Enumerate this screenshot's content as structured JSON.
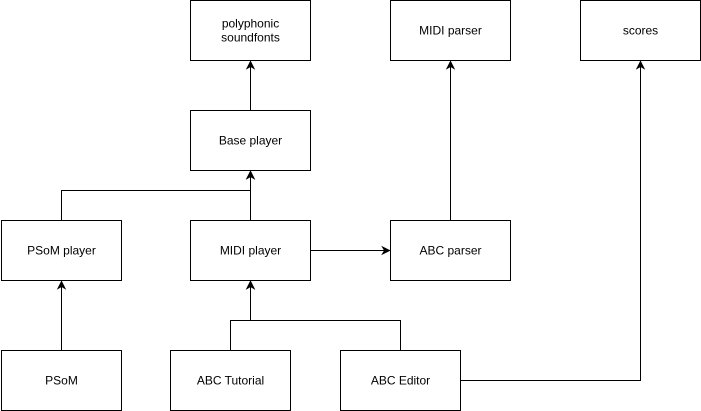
{
  "diagram": {
    "nodes": [
      {
        "id": "polyphonic",
        "label": "polyphonic soundfonts",
        "lines": [
          "polyphonic",
          "soundfonts"
        ]
      },
      {
        "id": "midi-parser",
        "label": "MIDI parser",
        "lines": [
          "MIDI parser"
        ]
      },
      {
        "id": "scores",
        "label": "scores",
        "lines": [
          "scores"
        ]
      },
      {
        "id": "base-player",
        "label": "Base player",
        "lines": [
          "Base player"
        ]
      },
      {
        "id": "psom-player",
        "label": "PSoM player",
        "lines": [
          "PSoM player"
        ]
      },
      {
        "id": "midi-player",
        "label": "MIDI player",
        "lines": [
          "MIDI player"
        ]
      },
      {
        "id": "abc-parser",
        "label": "ABC parser",
        "lines": [
          "ABC parser"
        ]
      },
      {
        "id": "psom",
        "label": "PSoM",
        "lines": [
          "PSoM"
        ]
      },
      {
        "id": "abc-tutorial",
        "label": "ABC Tutorial",
        "lines": [
          "ABC Tutorial"
        ]
      },
      {
        "id": "abc-editor",
        "label": "ABC Editor",
        "lines": [
          "ABC Editor"
        ]
      }
    ],
    "edges": [
      {
        "from": "base-player",
        "to": "polyphonic"
      },
      {
        "from": "abc-parser",
        "to": "midi-parser"
      },
      {
        "from": "abc-editor",
        "to": "scores"
      },
      {
        "from": "psom-player",
        "to": "base-player"
      },
      {
        "from": "midi-player",
        "to": "base-player"
      },
      {
        "from": "midi-player",
        "to": "abc-parser"
      },
      {
        "from": "psom",
        "to": "psom-player"
      },
      {
        "from": "abc-tutorial",
        "to": "midi-player"
      },
      {
        "from": "abc-editor",
        "to": "midi-player"
      }
    ]
  }
}
